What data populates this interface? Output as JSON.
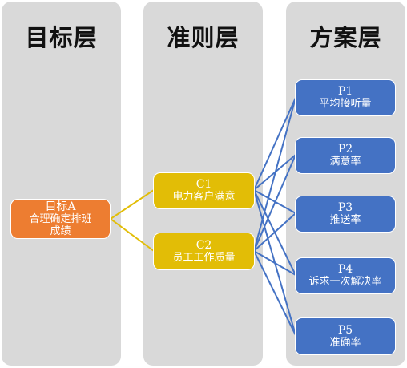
{
  "columns": [
    {
      "title": "目标层"
    },
    {
      "title": "准则层"
    },
    {
      "title": "方案层"
    }
  ],
  "goal": {
    "id": "目标A",
    "lines": [
      "合理确定排班",
      "成绩"
    ]
  },
  "criteria": [
    {
      "id": "C1",
      "label": "电力客户满意"
    },
    {
      "id": "C2",
      "label": "员工工作质量"
    }
  ],
  "alternatives": [
    {
      "id": "P1",
      "label": "平均接听量"
    },
    {
      "id": "P2",
      "label": "满意率"
    },
    {
      "id": "P3",
      "label": "推送率"
    },
    {
      "id": "P4",
      "label": "诉求一次解决率"
    },
    {
      "id": "P5",
      "label": "准确率"
    }
  ],
  "colors": {
    "panel": "#d9d9d9",
    "goal_fill": "#ed7d31",
    "criteria_fill": "#e2bd06",
    "alternative_fill": "#4472c4",
    "goal_links": "#e2bd06",
    "criteria_links": "#4472c4"
  }
}
